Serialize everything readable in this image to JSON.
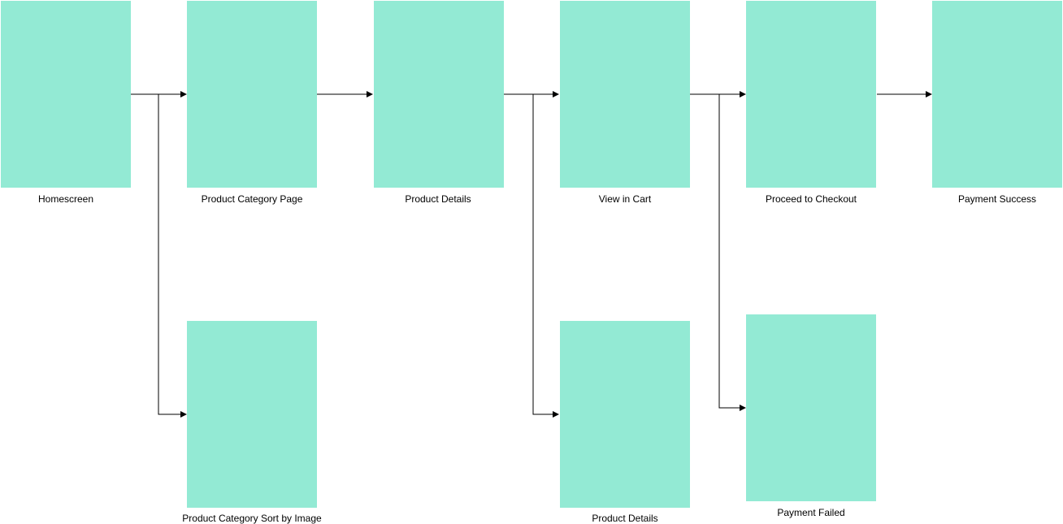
{
  "colors": {
    "screen_fill": "#93ead4",
    "connector": "#000000",
    "background": "#ffffff"
  },
  "nodes": [
    {
      "id": "homescreen",
      "label": "Homescreen"
    },
    {
      "id": "product-category-page",
      "label": "Product Category Page"
    },
    {
      "id": "product-details",
      "label": "Product Details"
    },
    {
      "id": "view-in-cart",
      "label": "View in Cart"
    },
    {
      "id": "proceed-to-checkout",
      "label": "Proceed to Checkout"
    },
    {
      "id": "payment-success",
      "label": "Payment Success"
    },
    {
      "id": "product-category-sort-by-image",
      "label": "Product Category Sort by Image"
    },
    {
      "id": "product-details-2",
      "label": "Product Details"
    },
    {
      "id": "payment-failed",
      "label": "Payment Failed"
    }
  ],
  "edges": [
    {
      "from": "homescreen",
      "to": "product-category-page"
    },
    {
      "from": "homescreen",
      "to": "product-category-sort-by-image"
    },
    {
      "from": "product-category-page",
      "to": "product-details"
    },
    {
      "from": "product-details",
      "to": "view-in-cart"
    },
    {
      "from": "product-details",
      "to": "product-details-2"
    },
    {
      "from": "view-in-cart",
      "to": "proceed-to-checkout"
    },
    {
      "from": "view-in-cart",
      "to": "payment-failed"
    },
    {
      "from": "proceed-to-checkout",
      "to": "payment-success"
    }
  ]
}
